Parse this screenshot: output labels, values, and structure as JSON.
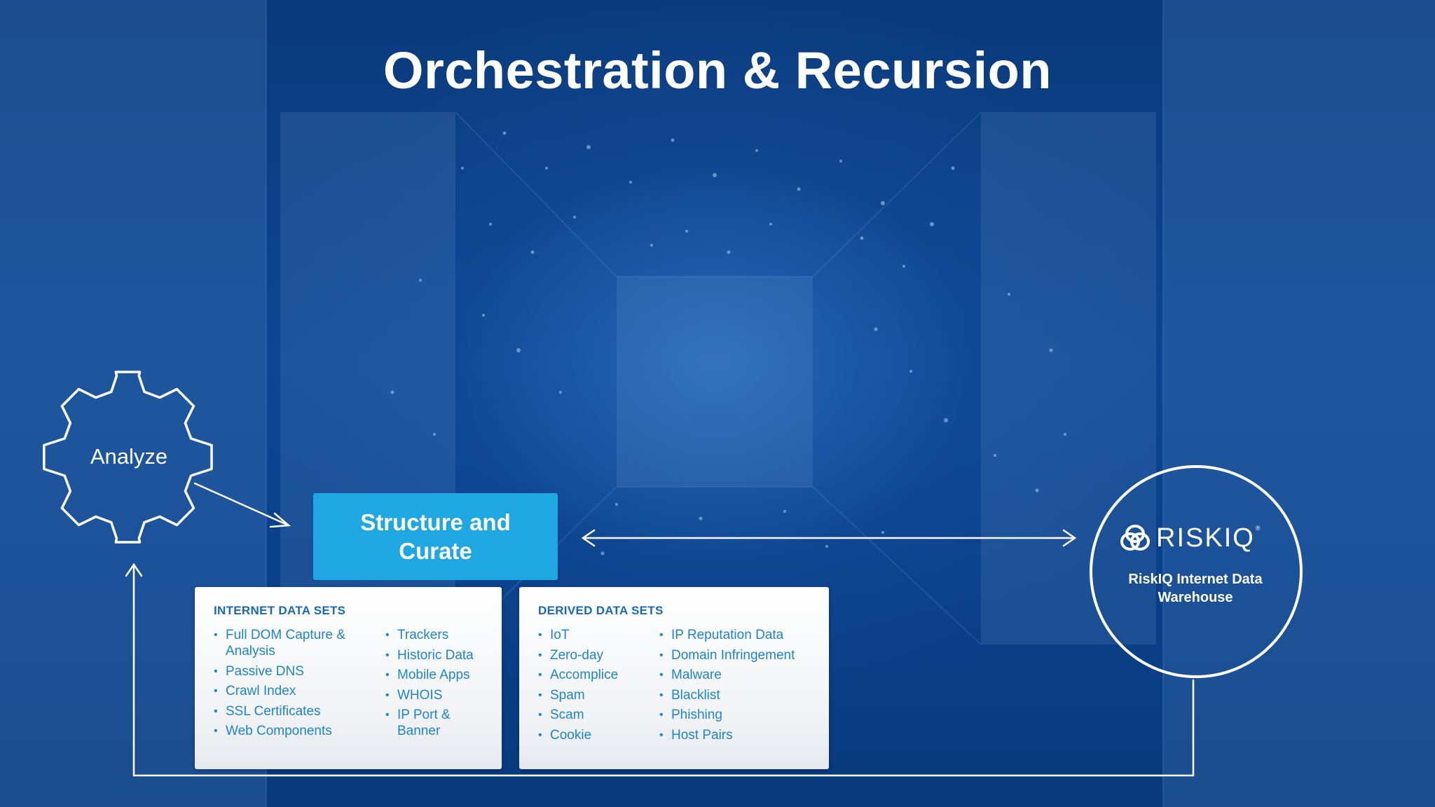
{
  "title": "Orchestration & Recursion",
  "gear": {
    "label": "Analyze",
    "icon": "gear-icon"
  },
  "structure_box": {
    "label": "Structure and Curate"
  },
  "internet_data_sets": {
    "heading": "INTERNET DATA SETS",
    "column_1": [
      "Full DOM Capture & Analysis",
      "Passive DNS",
      "Crawl Index",
      "SSL Certificates",
      "Web Components"
    ],
    "column_2": [
      "Trackers",
      "Historic Data",
      "Mobile Apps",
      "WHOIS",
      "IP Port & Banner"
    ]
  },
  "derived_data_sets": {
    "heading": "DERIVED DATA SETS",
    "column_1": [
      "IoT",
      "Zero-day",
      "Accomplice",
      "Spam",
      "Scam",
      "Cookie"
    ],
    "column_2": [
      "IP Reputation Data",
      "Domain Infringement",
      "Malware",
      "Blacklist",
      "Phishing",
      "Host Pairs"
    ]
  },
  "warehouse": {
    "logo_text": "RISKIQ",
    "logo_mark": "®",
    "logo_icon": "riskiq-logo-icon",
    "label": "RiskIQ Internet Data Warehouse"
  },
  "colors": {
    "background": "#0c4591",
    "structure_box": "#1ea7e1",
    "panel_text": "#1e84cb",
    "panel_heading": "#1b69b4",
    "line": "#ffffff"
  }
}
